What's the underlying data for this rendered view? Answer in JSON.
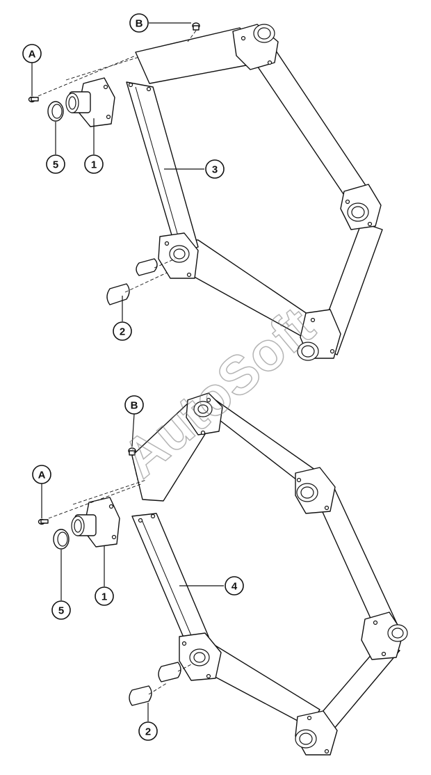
{
  "callouts": {
    "upper": {
      "a": "A",
      "b": "B",
      "seal": "5",
      "bearing": "1",
      "frame": "3",
      "bushing": "2"
    },
    "lower": {
      "a": "A",
      "b": "B",
      "seal": "5",
      "bearing": "1",
      "frame": "4",
      "bushing": "2"
    }
  },
  "watermark": "AutoSoft"
}
